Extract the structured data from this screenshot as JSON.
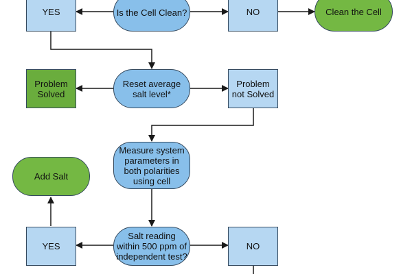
{
  "diagram": {
    "nodes": {
      "is_cell_clean": "Is the Cell Clean?",
      "yes_top": "YES",
      "no_top": "NO",
      "clean_the_cell": "Clean the Cell",
      "reset_average_salt": "Reset average salt level*",
      "problem_solved": "Problem Solved",
      "problem_not_solved": "Problem not Solved",
      "measure_system": "Measure system parameters in both polarities using cell",
      "add_salt": "Add Salt",
      "salt_reading": "Salt reading within 500 ppm of independent test?",
      "yes_bottom": "YES",
      "no_bottom": "NO"
    }
  },
  "colors": {
    "light_blue_box": "#b6d7f2",
    "blue_decision": "#88bfea",
    "green_box": "#6aad3d",
    "green_terminal": "#74b843",
    "stroke": "#34495e",
    "arrow": "#1a1a1a"
  }
}
